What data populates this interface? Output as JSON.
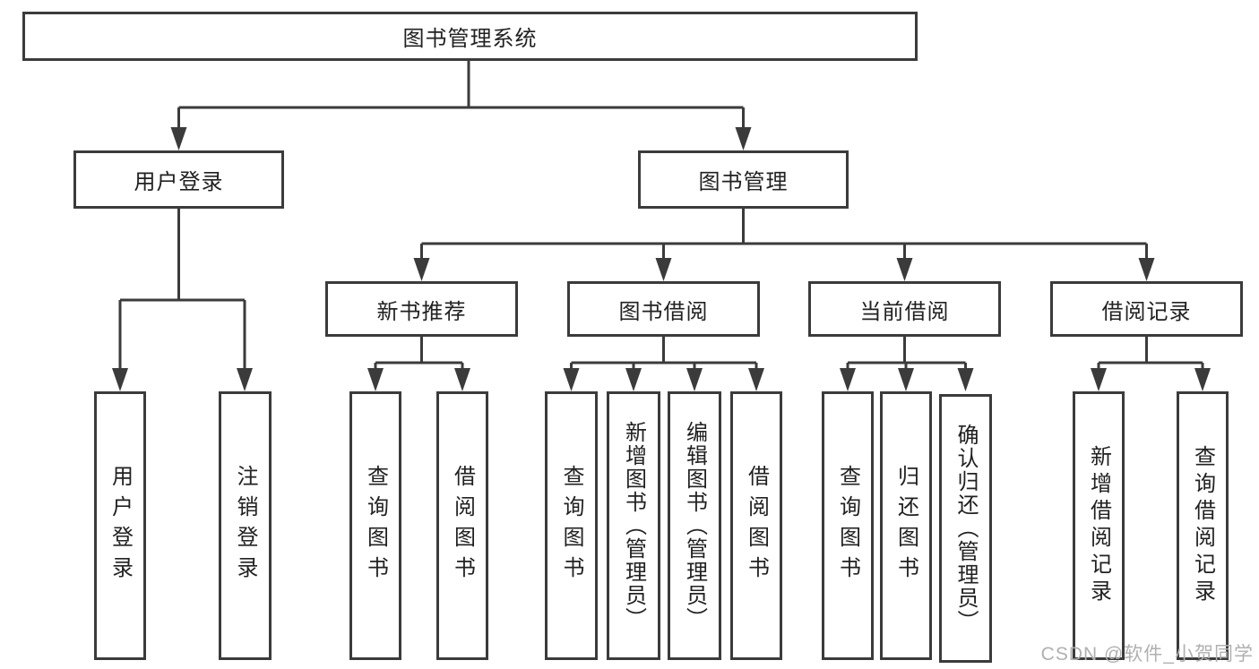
{
  "diagram": {
    "root": "图书管理系统",
    "branches": [
      {
        "label": "用户登录",
        "children": [
          "用户登录",
          "注销登录"
        ]
      },
      {
        "label": "图书管理",
        "children": [
          {
            "label": "新书推荐",
            "children": [
              "查询图书",
              "借阅图书"
            ]
          },
          {
            "label": "图书借阅",
            "children": [
              "查询图书",
              "新增图书（管理员）",
              "编辑图书（管理员）",
              "借阅图书"
            ]
          },
          {
            "label": "当前借阅",
            "children": [
              "查询图书",
              "归还图书",
              "确认归还（管理员）"
            ]
          },
          {
            "label": "借阅记录",
            "children": [
              "新增借阅记录",
              "查询借阅记录"
            ]
          }
        ]
      }
    ]
  },
  "watermark": "CSDN @软件_小贺同学",
  "colors": {
    "line": "#3b3b3b",
    "text": "#212121",
    "watermark": "#b0b0b0"
  }
}
